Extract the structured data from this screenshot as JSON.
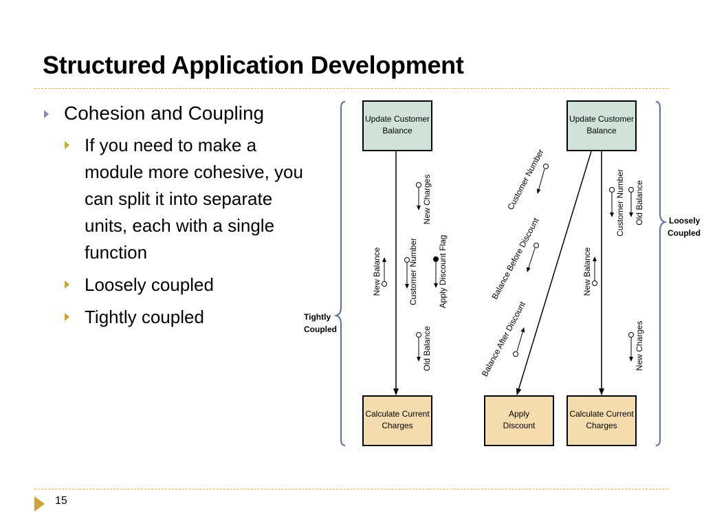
{
  "slide": {
    "title": "Structured Application Development",
    "page_number": "15"
  },
  "bullets": {
    "main": "Cohesion and Coupling",
    "sub1_lines": [
      "If you need to make a",
      "module more cohesive, you",
      "can split it into separate",
      "units, each with a single",
      "function"
    ],
    "sub2": "Loosely coupled",
    "sub3": "Tightly coupled"
  },
  "diagram": {
    "tightly_label": [
      "Tightly",
      "Coupled"
    ],
    "loosely_label": [
      "Loosely",
      "Coupled"
    ],
    "boxes": {
      "update_left": [
        "Update Customer",
        "Balance"
      ],
      "update_right": [
        "Update Customer",
        "Balance"
      ],
      "calc_left": [
        "Calculate Current",
        "Charges"
      ],
      "apply_discount": [
        "Apply",
        "Discount"
      ],
      "calc_right": [
        "Calculate Current",
        "Charges"
      ]
    },
    "flags": {
      "new_balance_left": "New Balance",
      "customer_number_left": "Customer Number",
      "new_charges_left": "New Charges",
      "apply_discount_flag": "Apply Discount Flag",
      "old_balance_left": "Old Balance",
      "customer_number_mid": "Customer Number",
      "balance_before_discount": "Balance Before Discount",
      "balance_after_discount": "Balance After Discount",
      "new_balance_right": "New Balance",
      "customer_number_right": "Customer Number",
      "old_balance_right": "Old Balance",
      "new_charges_right": "New Charges"
    },
    "colors": {
      "top_box": "#cfe3d8",
      "bottom_box": "#f5dcae",
      "bracket": "#5a6f9e"
    }
  }
}
